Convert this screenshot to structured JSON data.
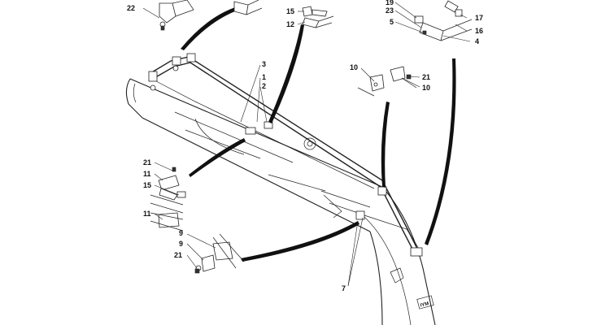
{
  "diagram": {
    "callouts": [
      {
        "id": "c22",
        "text": "22"
      },
      {
        "id": "c15a",
        "text": "15"
      },
      {
        "id": "c12",
        "text": "12"
      },
      {
        "id": "c19",
        "text": "19"
      },
      {
        "id": "c23",
        "text": "23"
      },
      {
        "id": "c5",
        "text": "5"
      },
      {
        "id": "c17",
        "text": "17"
      },
      {
        "id": "c16",
        "text": "16"
      },
      {
        "id": "c4",
        "text": "4"
      },
      {
        "id": "c3",
        "text": "3"
      },
      {
        "id": "c1",
        "text": "1"
      },
      {
        "id": "c2",
        "text": "2"
      },
      {
        "id": "c10a",
        "text": "10"
      },
      {
        "id": "c21a",
        "text": "21"
      },
      {
        "id": "c10b",
        "text": "10"
      },
      {
        "id": "c21b",
        "text": "21"
      },
      {
        "id": "c11a",
        "text": "11"
      },
      {
        "id": "c15b",
        "text": "15"
      },
      {
        "id": "c11b",
        "text": "11"
      },
      {
        "id": "c9a",
        "text": "9"
      },
      {
        "id": "c9b",
        "text": "9"
      },
      {
        "id": "c21c",
        "text": "21"
      },
      {
        "id": "c7",
        "text": "7"
      }
    ],
    "plate_label": "IYM"
  }
}
